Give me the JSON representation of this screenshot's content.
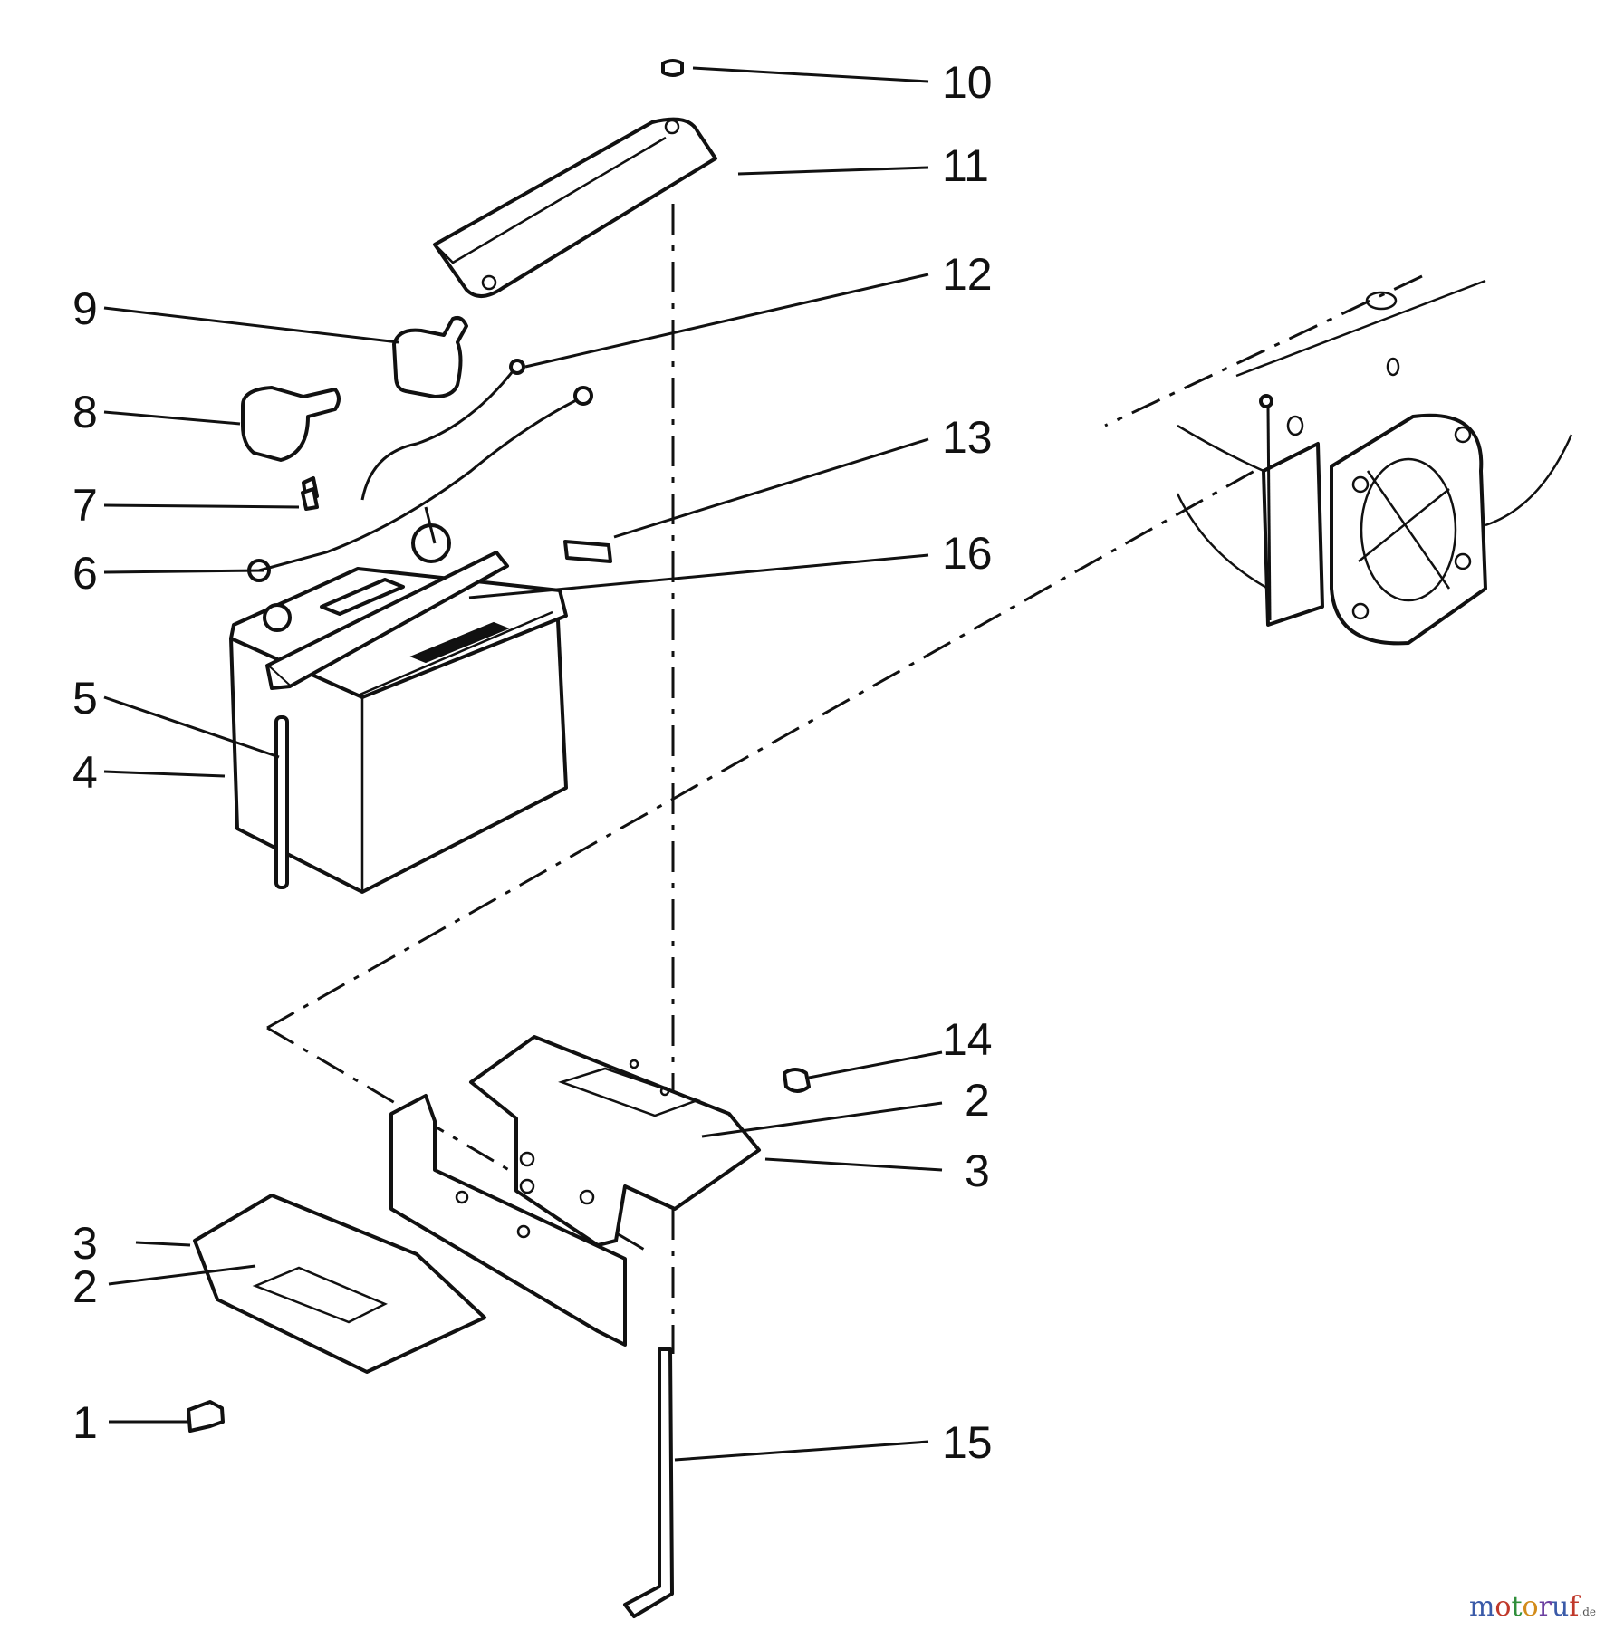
{
  "callouts": [
    "1",
    "2",
    "2",
    "3",
    "3",
    "4",
    "5",
    "6",
    "7",
    "8",
    "9",
    "10",
    "11",
    "12",
    "13",
    "14",
    "15",
    "16"
  ],
  "watermark": {
    "main": "motoruf",
    "suffix": ".de"
  }
}
